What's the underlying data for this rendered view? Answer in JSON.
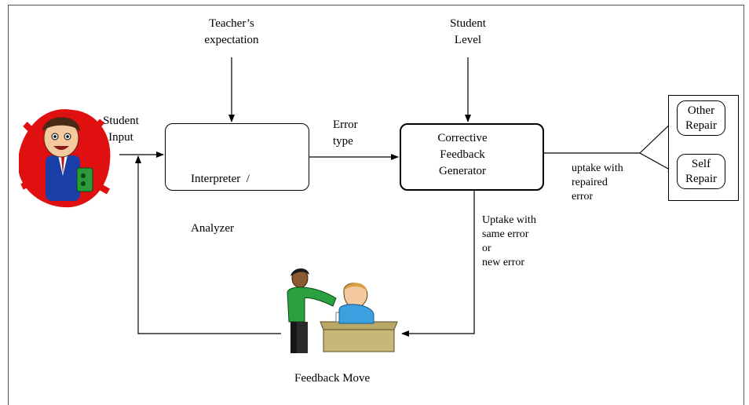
{
  "diagram": {
    "teacher_expectation": [
      "Teacher’s",
      "expectation"
    ],
    "student_level": [
      "Student",
      "Level"
    ],
    "student_input": [
      "Student",
      "Input"
    ],
    "interpreter": [
      "Interpreter  /",
      "Analyzer"
    ],
    "error_type": [
      "Error",
      "type"
    ],
    "cfg": [
      "Corrective",
      "Feedback",
      "Generator"
    ],
    "uptake_repaired": [
      "uptake with",
      "repaired",
      "error"
    ],
    "other_repair": [
      "Other",
      "Repair"
    ],
    "self_repair": [
      "Self",
      "Repair"
    ],
    "uptake_same": [
      "Uptake with",
      "same error",
      "or",
      "new error"
    ],
    "feedback_move": "Feedback Move"
  }
}
